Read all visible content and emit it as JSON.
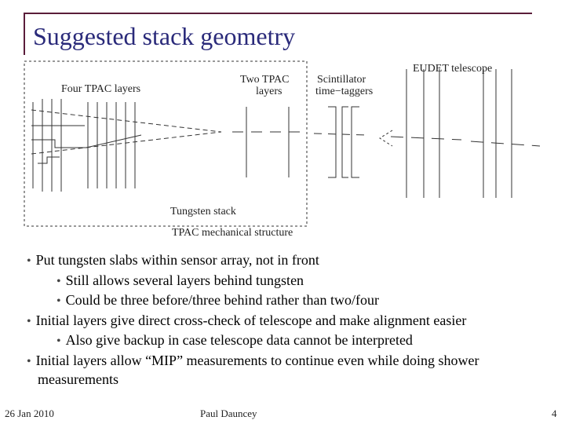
{
  "slide": {
    "title": "Suggested stack geometry",
    "diagram": {
      "four_tpac": "Four TPAC layers",
      "two_tpac_1": "Two TPAC",
      "two_tpac_2": "layers",
      "scint_1": "Scintillator",
      "scint_2": "time−taggers",
      "eudet": "EUDET telescope",
      "tungsten": "Tungsten stack",
      "mech": "TPAC mechanical structure"
    },
    "bullets": [
      {
        "level": 1,
        "text": "Put tungsten slabs within sensor array, not in front"
      },
      {
        "level": 2,
        "text": "Still allows several layers behind tungsten"
      },
      {
        "level": 2,
        "text": "Could be three before/three behind rather than two/four"
      },
      {
        "level": 1,
        "text": "Initial layers give direct cross-check of telescope and make alignment easier"
      },
      {
        "level": 2,
        "text": "Also give backup in case telescope data cannot be interpreted"
      },
      {
        "level": 1,
        "text": "Initial layers allow “MIP” measurements to continue even while doing shower measurements"
      }
    ],
    "bullet_symbol": "•",
    "footer": {
      "date": "26 Jan 2010",
      "author": "Paul Dauncey",
      "page": "4"
    }
  }
}
